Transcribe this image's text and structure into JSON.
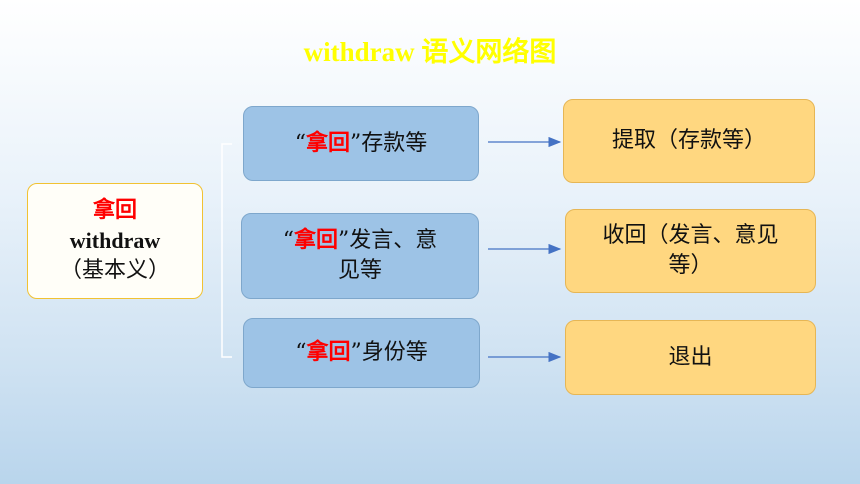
{
  "title": "withdraw 语义网络图",
  "root": {
    "line1": "拿回",
    "line2": "withdraw",
    "line3": "（基本义）"
  },
  "branches": [
    {
      "q1": "“",
      "red": "拿回",
      "q2": "”",
      "rest": "存款等",
      "result": "提取（存款等）"
    },
    {
      "q1": "“",
      "red": "拿回",
      "q2": "”",
      "rest": "发言、意见等",
      "result": "收回（发言、意见等）"
    },
    {
      "q1": "“",
      "red": "拿回",
      "q2": "”",
      "rest": "身份等",
      "result": "退出"
    }
  ],
  "colors": {
    "title": "#ffff00",
    "emphasis": "#ff0000",
    "mid_box": "#9dc3e6",
    "result_box": "#ffd780",
    "arrow": "#4472c4"
  }
}
